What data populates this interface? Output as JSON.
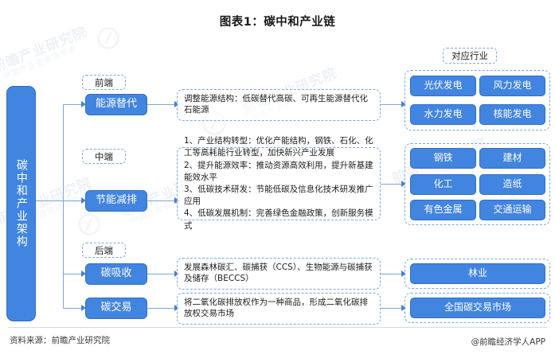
{
  "title": "图表1：碳中和产业链",
  "root": {
    "label": "碳中和产业架构"
  },
  "right_header": {
    "label": "对应行业"
  },
  "stages": [
    {
      "tag": "前端",
      "name": "能源替代"
    },
    {
      "tag": "中端",
      "name": "节能减排"
    },
    {
      "tag": "后端",
      "name": "碳吸收"
    },
    {
      "tag": "",
      "name": "碳交易"
    }
  ],
  "descriptions": [
    {
      "lines": [
        "调整能源结构：低碳替代高碳、可再生能源替代化石能源"
      ]
    },
    {
      "lines": [
        "1、产业结构转型：优化产能结构，钢铁、石化、化工等高耗能行业转型，加快新兴产业发展",
        "2、提升能源效率：推动资源高效利用，提升新基建能效水平",
        "3、低碳技术研发：节能低碳及信息化技术研发推广应用",
        "4、低碳发展机制：完善绿色金融政策，创新服务模式"
      ]
    },
    {
      "lines": [
        "发展森林碳汇、碳捕获（CCS）、生物能源与碳捕获及储存（BECCS）"
      ]
    },
    {
      "lines": [
        "将二氧化碳排放权作为一种商品，形成二氧化碳排放权交易市场"
      ]
    }
  ],
  "industry_groups": [
    {
      "items": [
        "光伏发电",
        "风力发电",
        "水力发电",
        "核能发电"
      ]
    },
    {
      "items": [
        "钢铁",
        "建材",
        "化工",
        "造纸",
        "有色金属",
        "交通运输"
      ]
    },
    {
      "items": [
        "林业"
      ]
    },
    {
      "items": [
        "全国碳交易市场"
      ]
    }
  ],
  "footer": {
    "source": "资料来源：前瞻产业研究院",
    "credit": "@前瞻经济学人APP"
  },
  "colors": {
    "box_fill": "#4285e0",
    "box_border": "#2f6fc4",
    "dashed_border": "#7aa8e0",
    "connector": "#7ba5de"
  },
  "watermarks": {
    "w1": "前瞻产业研究院",
    "w2": "中国产业咨询领导者",
    "w3": "前瞻产业研究院",
    "w4": "中国产业咨询领导者"
  }
}
